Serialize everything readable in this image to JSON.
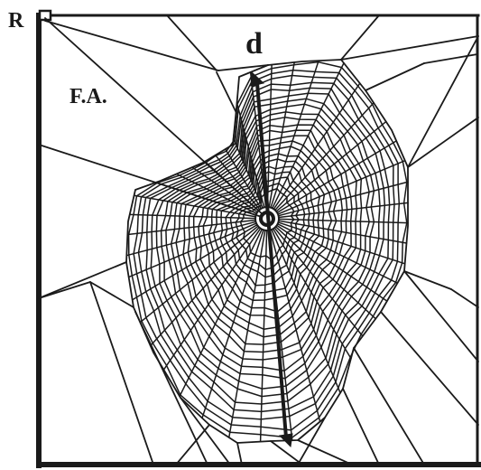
{
  "labels": {
    "corner": "R",
    "frame_attachment": "F.A.",
    "diameter": "d"
  },
  "colors": {
    "ink": "#1a1a1a",
    "background": "#ffffff"
  }
}
